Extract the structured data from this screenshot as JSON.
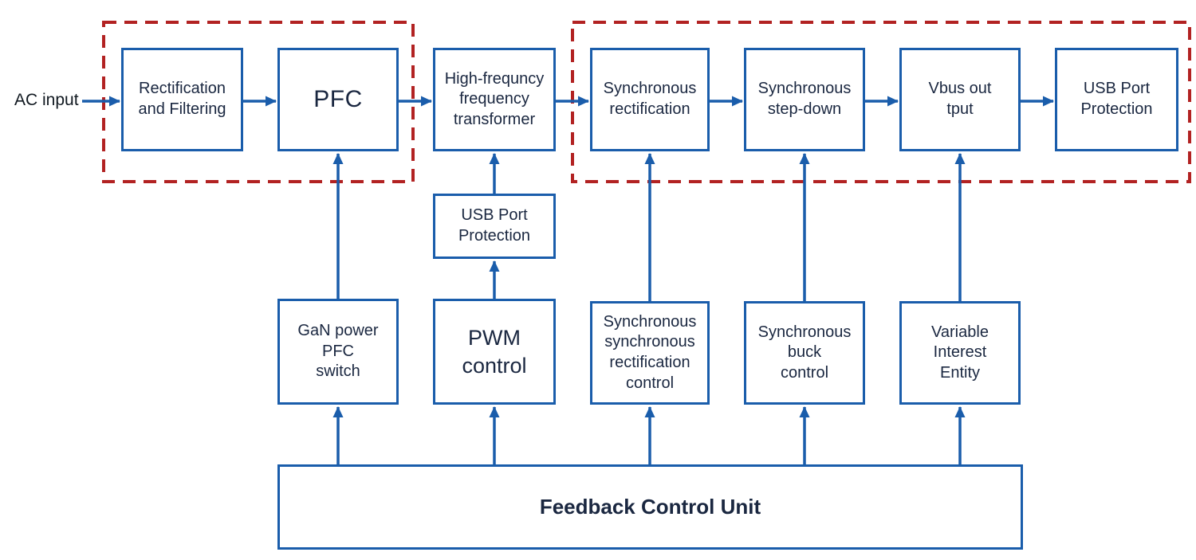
{
  "colors": {
    "box_border": "#1a5dab",
    "arrow": "#1a5dab",
    "dashed_group": "#b22222",
    "text": "#1a2740",
    "background": "#ffffff"
  },
  "labels": {
    "ac_input": "AC input"
  },
  "boxes": {
    "rectification": {
      "label": "Rectification\nand Filtering"
    },
    "pfc": {
      "label": "PFC"
    },
    "transformer": {
      "label": "High-frequncy\nfrequency\ntransformer"
    },
    "sync_rect": {
      "label": "Synchronous\nrectification"
    },
    "sync_stepdown": {
      "label": "Synchronous\nstep-down"
    },
    "vbus": {
      "label": "Vbus out\ntput"
    },
    "usb_top": {
      "label": "USB Port\nProtection"
    },
    "usb_mid": {
      "label": "USB Port\nProtection"
    },
    "gan": {
      "label": "GaN power\nPFC\nswitch"
    },
    "pwm": {
      "label": "PWM\ncontrol"
    },
    "sync_rect_ctrl": {
      "label": "Synchronous\nsynchronous\nrectification\ncontrol"
    },
    "sync_buck": {
      "label": "Synchronous\nbuck\ncontrol"
    },
    "vie": {
      "label": "Variable\nInterest\nEntity"
    },
    "feedback": {
      "label": "Feedback Control Unit"
    }
  }
}
